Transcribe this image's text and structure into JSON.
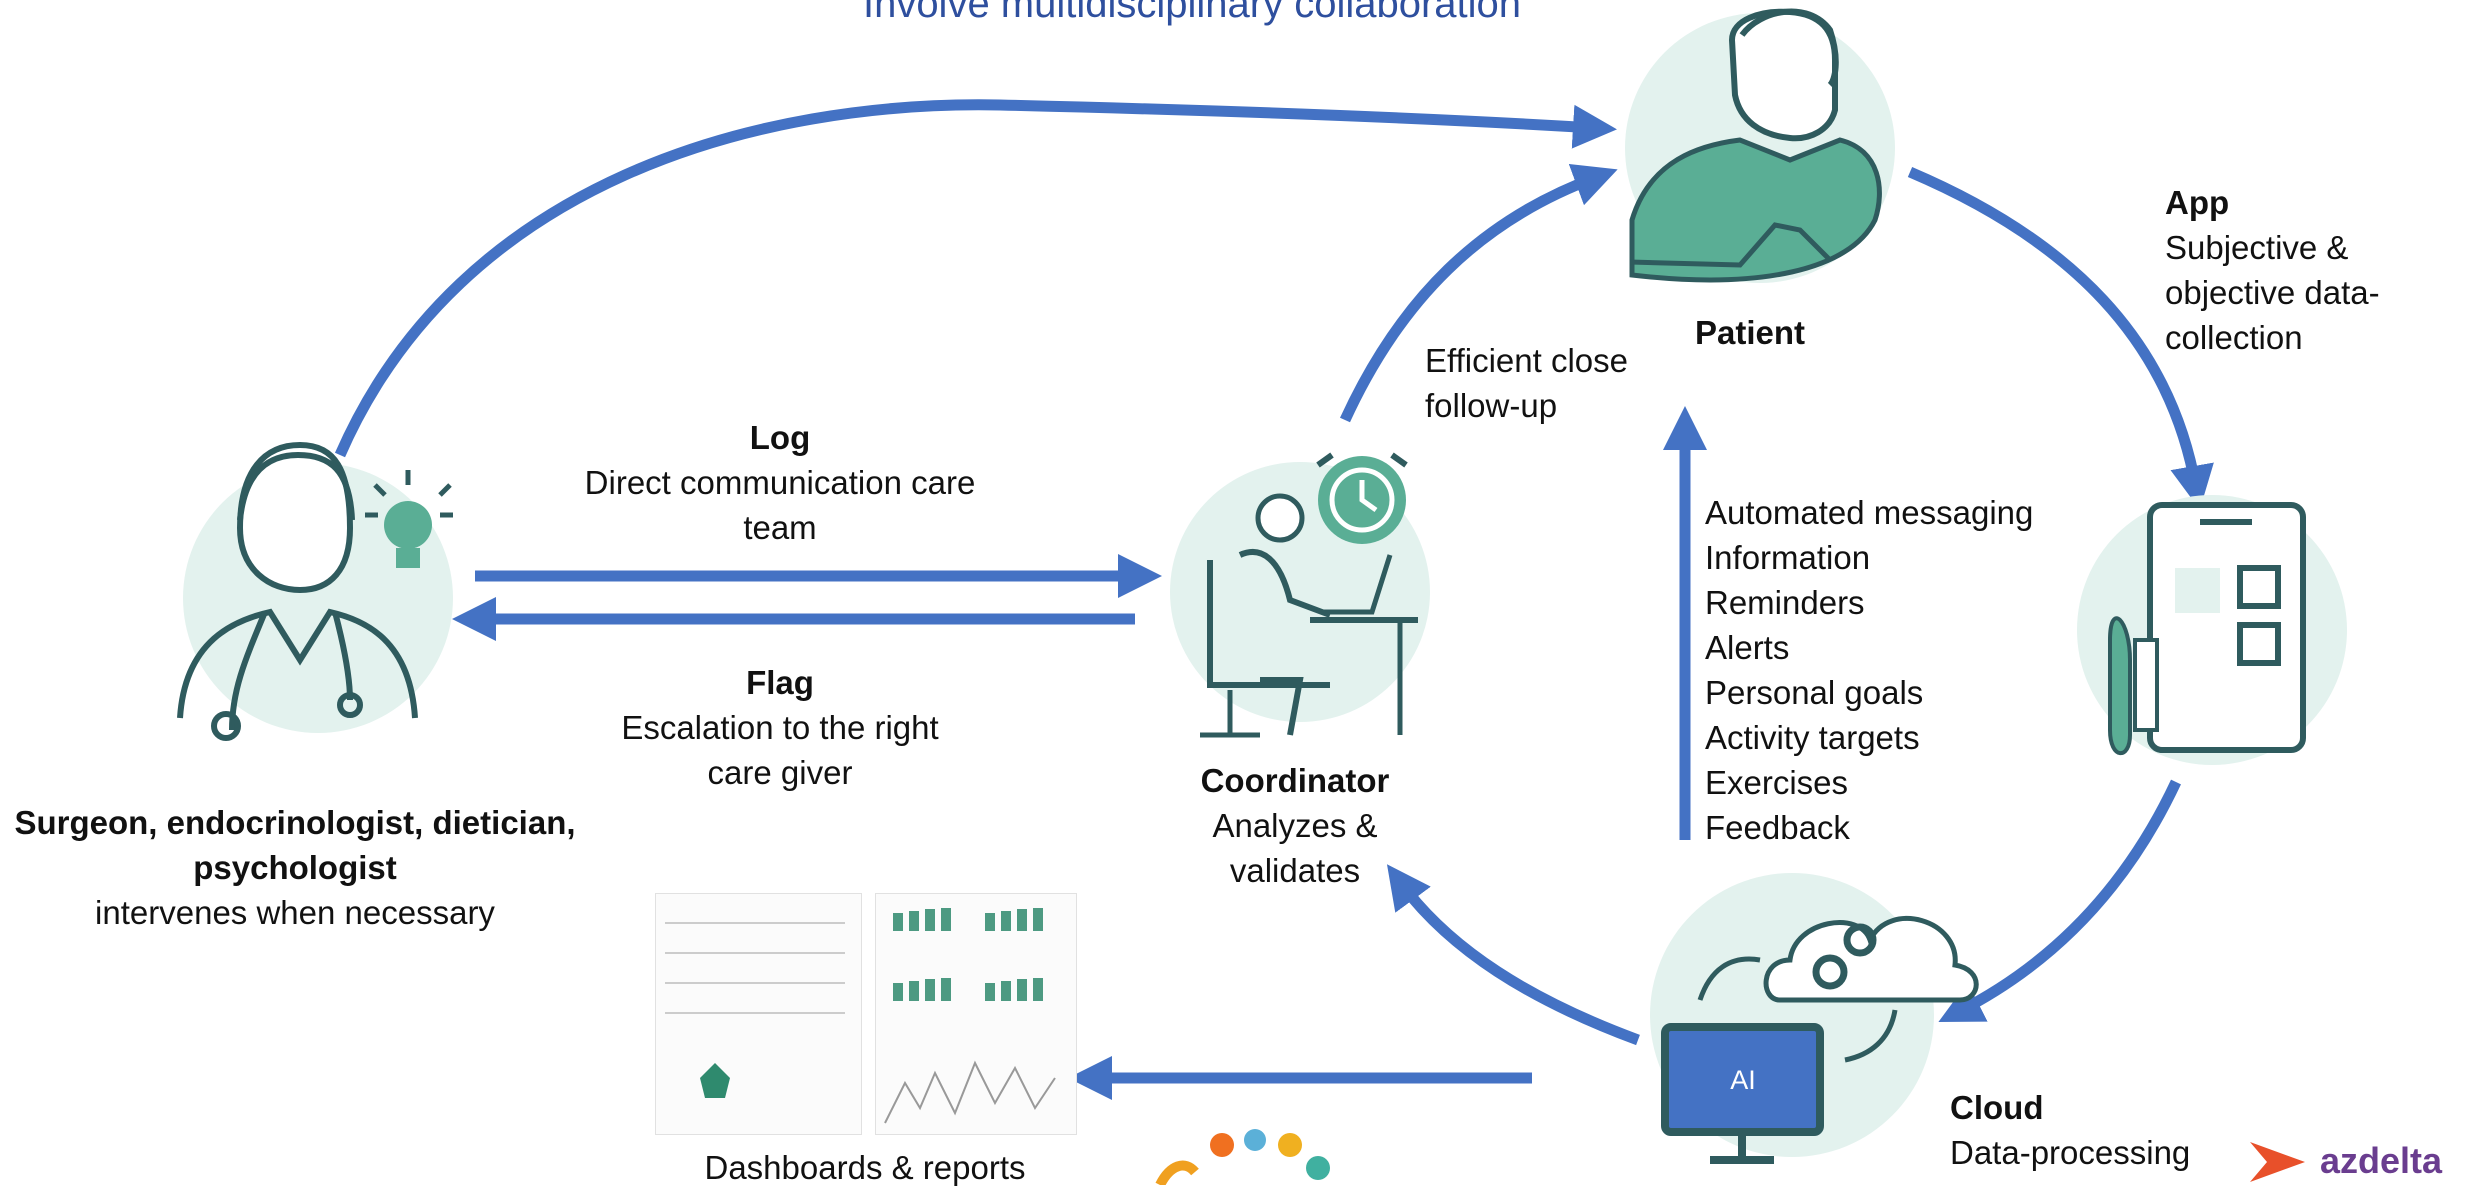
{
  "title": "Involve multidisciplinary collaboration",
  "patient": {
    "title": "Patient"
  },
  "app": {
    "title": "App",
    "desc_1": "Subjective &",
    "desc_2": "objective data-",
    "desc_3": "collection"
  },
  "coordinator": {
    "title": "Coordinator",
    "desc_1": "Analyzes &",
    "desc_2": "validates"
  },
  "team": {
    "title": "Surgeon,  endocrinologist, dietician,",
    "title_2": "psychologist",
    "desc": "intervenes when necessary"
  },
  "log": {
    "title": "Log",
    "desc_1": "Direct communication care",
    "desc_2": "team"
  },
  "flag": {
    "title": "Flag",
    "desc_1": "Escalation to the right",
    "desc_2": "care giver"
  },
  "followup": {
    "line_1": "Efficient close",
    "line_2": "follow-up"
  },
  "cloud": {
    "title": "Cloud",
    "desc": "Data-processing",
    "ai_label": "AI"
  },
  "dashboards": {
    "label": "Dashboards & reports"
  },
  "messages": [
    "Automated messaging",
    "Information",
    "Reminders",
    "Alerts",
    "Personal goals",
    "Activity targets",
    "Exercises",
    "Feedback"
  ],
  "logo": {
    "text": "azdelta"
  },
  "colors": {
    "arrow": "#4472c4",
    "icon": "#2f5b5e",
    "accent": "#5aae95",
    "circle": "#e3f2ee",
    "title": "#2e4f9e"
  }
}
